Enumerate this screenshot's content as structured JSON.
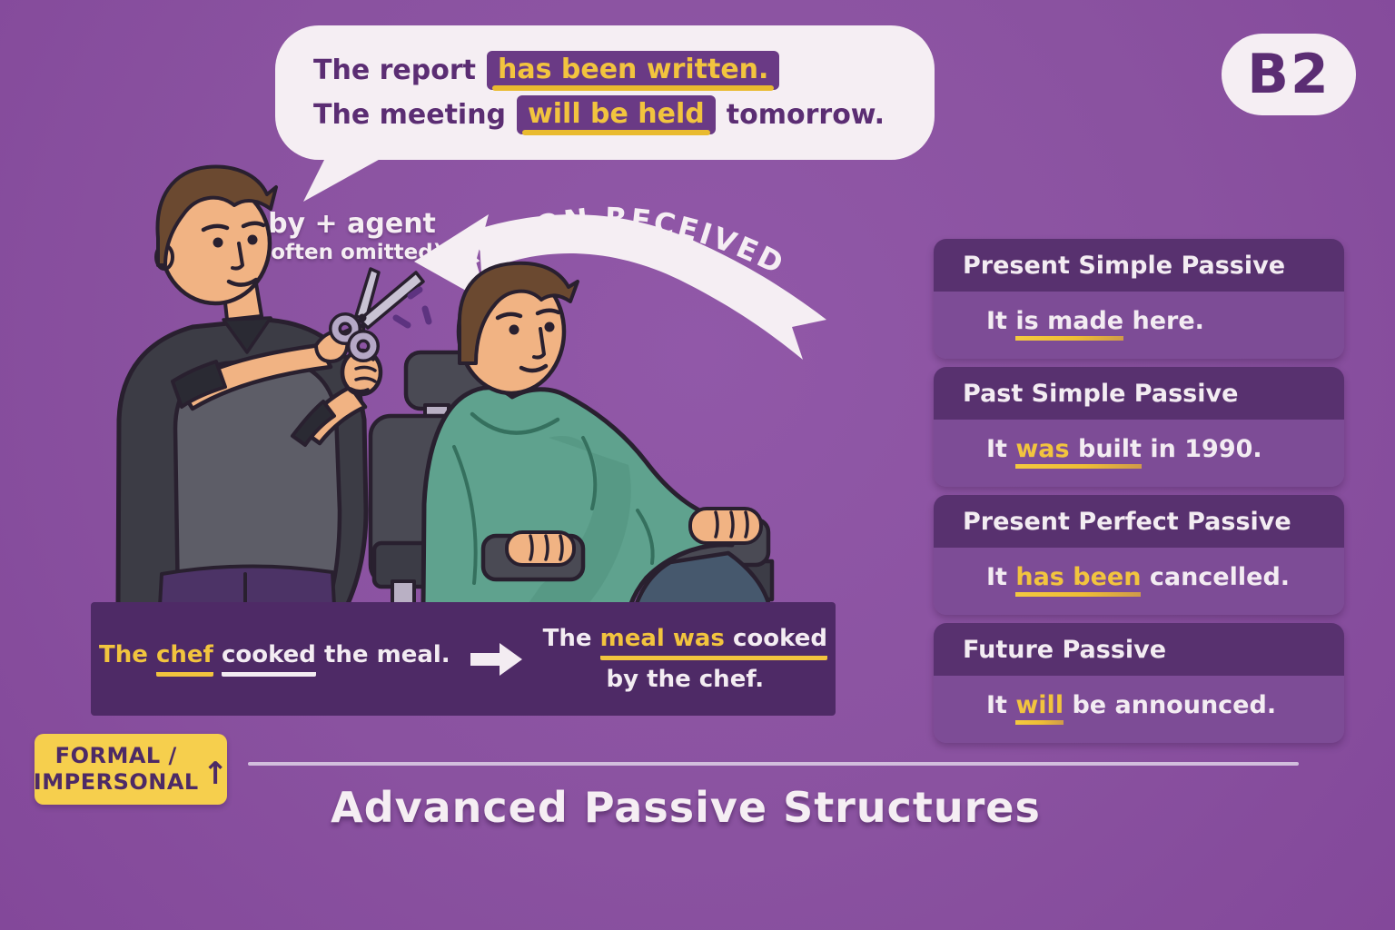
{
  "level_badge": "B2",
  "title": "Advanced Passive Structures",
  "speech_bubble": {
    "line1_pre": "The report",
    "line1_highlight": "has been written.",
    "line2_pre": "The meeting",
    "line2_highlight": "will be held",
    "line2_post": "tomorrow."
  },
  "annotations": {
    "agent_label": "by + agent",
    "agent_note": "(often omitted)",
    "action_label": "ACTION RECEIVED"
  },
  "example_cards": [
    {
      "title": "Present Simple Passive",
      "pre": "It ",
      "key": "is made",
      "mid": "",
      "post": " here."
    },
    {
      "title": "Past Simple Passive",
      "pre": "It ",
      "key": "was",
      "mid": " built",
      "post": " in 1990."
    },
    {
      "title": "Present Perfect Passive",
      "pre": "It ",
      "key": "has been",
      "mid": "",
      "post": " cancelled."
    },
    {
      "title": "Future Passive",
      "pre": "It ",
      "key": "will",
      "mid": "",
      "post": " be announced."
    }
  ],
  "transform_bar": {
    "active_1": "The",
    "active_2": "chef",
    "active_3": "cooked",
    "active_4": "the meal.",
    "passive_1": "The",
    "passive_2": "meal was",
    "passive_3": "cooked",
    "passive_line2": "by the chef."
  },
  "formal_badge": {
    "line1": "FORMAL /",
    "line2": "IMPERSONAL",
    "arrow_icon": "↑"
  },
  "colors": {
    "background": "#8a52a0",
    "bubble_white": "#f5eef3",
    "deep_purple_text": "#5b2d73",
    "highlight_box": "#6a3a85",
    "accent_yellow": "#f2c43e",
    "underline_yellow": "#e9ba2f",
    "card_header": "#58316f",
    "card_body": "#7d4c96",
    "transform_bar": "#4e2a66",
    "formal_badge_bg": "#f6cf4d",
    "cape_teal": "#5fa28e"
  }
}
